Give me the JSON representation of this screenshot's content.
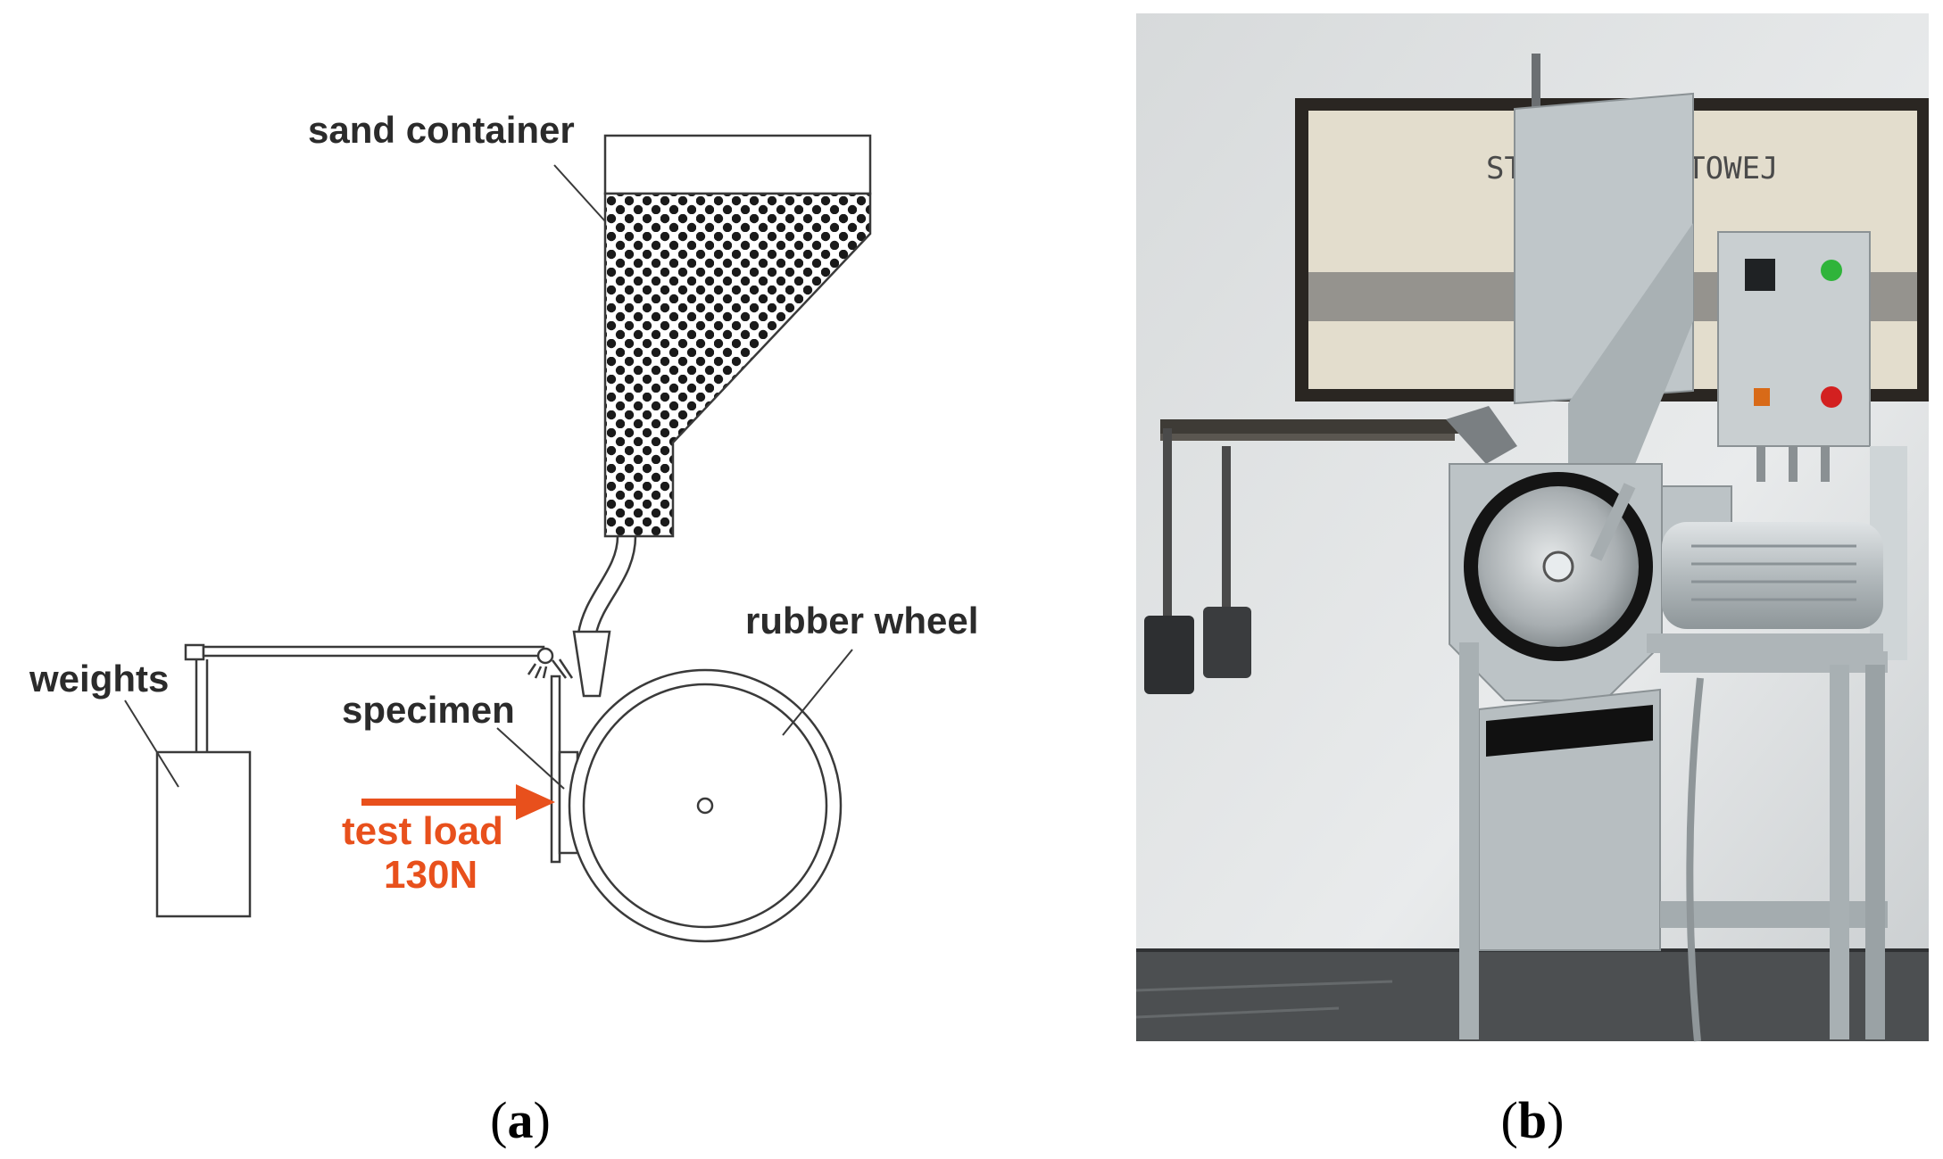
{
  "panel_a": {
    "labels": {
      "sand_container": "sand container",
      "rubber_wheel": "rubber wheel",
      "weights": "weights",
      "specimen": "specimen",
      "test_load_line1": "test load",
      "test_load_line2": "130N"
    },
    "caption_letter": "a"
  },
  "panel_b": {
    "poster_text": "ST     INY PUNKTOWEJ",
    "caption_letter": "b"
  },
  "colors": {
    "test_load_arrow": "#e8501c",
    "sand_dots": "#1a1a1a",
    "machine_gray": "#b9c1c4"
  }
}
